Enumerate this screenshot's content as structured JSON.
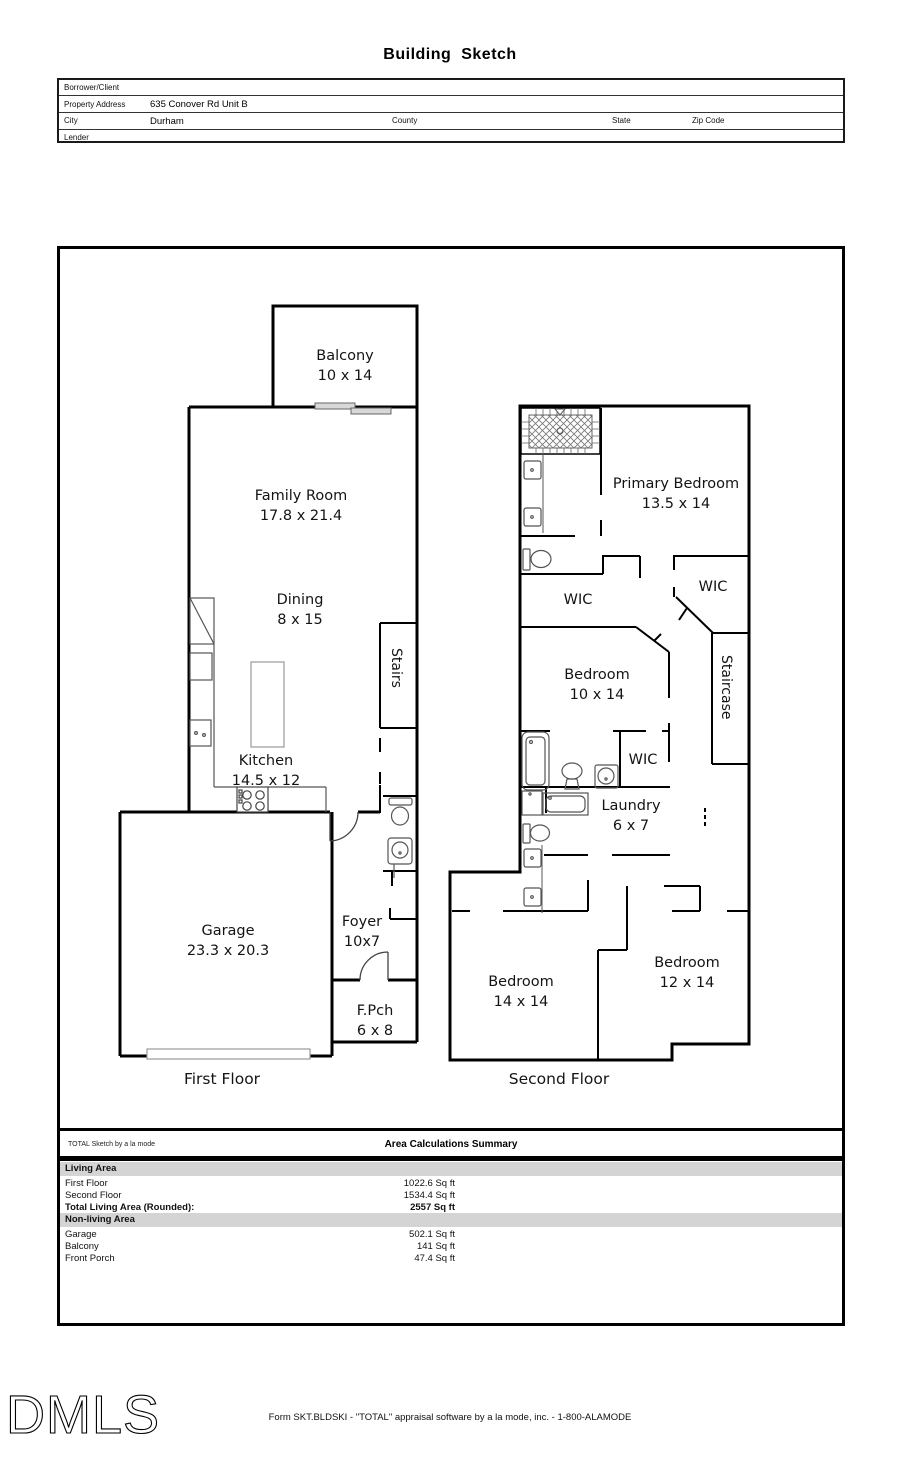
{
  "title": "Building Sketch",
  "header": {
    "borrower_label": "Borrower/Client",
    "property_label": "Property Address",
    "property_value": "635 Conover Rd Unit B",
    "city_label": "City",
    "city_value": "Durham",
    "county_label": "County",
    "state_label": "State",
    "zip_label": "Zip Code",
    "lender_label": "Lender"
  },
  "sketch": {
    "first_floor": {
      "floor_label": "First Floor",
      "rooms": {
        "balcony": {
          "name": "Balcony",
          "dims": "10 x 14"
        },
        "family": {
          "name": "Family Room",
          "dims": "17.8 x 21.4"
        },
        "dining": {
          "name": "Dining",
          "dims": "8 x 15"
        },
        "stairs": {
          "name": "Stairs"
        },
        "kitchen": {
          "name": "Kitchen",
          "dims": "14.5 x 12"
        },
        "garage": {
          "name": "Garage",
          "dims": "23.3 x 20.3"
        },
        "foyer": {
          "name": "Foyer",
          "dims": "10x7"
        },
        "porch": {
          "name": "F.Pch",
          "dims": "6 x 8"
        }
      }
    },
    "second_floor": {
      "floor_label": "Second Floor",
      "rooms": {
        "primary": {
          "name": "Primary Bedroom",
          "dims": "13.5 x 14"
        },
        "wic1": {
          "name": "WIC"
        },
        "wic2": {
          "name": "WIC"
        },
        "bedroom10": {
          "name": "Bedroom",
          "dims": "10 x 14"
        },
        "staircase": {
          "name": "Staircase"
        },
        "wic3": {
          "name": "WIC"
        },
        "laundry": {
          "name": "Laundry",
          "dims": "6 x 7"
        },
        "bedroom14": {
          "name": "Bedroom",
          "dims": "14 x 14"
        },
        "bedroom12": {
          "name": "Bedroom",
          "dims": "12 x 14"
        }
      }
    }
  },
  "summary": {
    "watermark": "TOTAL Sketch by a la mode",
    "title": "Area Calculations Summary",
    "living_header": "Living Area",
    "living_rows": [
      {
        "label": "First Floor",
        "value": "1022.6 Sq ft"
      },
      {
        "label": "Second Floor",
        "value": "1534.4 Sq ft"
      }
    ],
    "total_row": {
      "label": "Total Living Area (Rounded):",
      "value": "2557 Sq ft"
    },
    "nonliving_header": "Non-living Area",
    "nonliving_rows": [
      {
        "label": "Garage",
        "value": "502.1 Sq ft"
      },
      {
        "label": "Balcony",
        "value": "141 Sq ft"
      },
      {
        "label": "Front Porch",
        "value": "47.4 Sq ft"
      }
    ]
  },
  "footer": {
    "logo": "DMLS",
    "form_line": "Form SKT.BLDSKI - \"TOTAL\" appraisal software by a la mode, inc. - 1-800-ALAMODE"
  },
  "colors": {
    "wall": "#000000",
    "section_bar": "#d4d4d4",
    "fixture_stroke": "#444444",
    "slider_fill": "#d8d8d8"
  }
}
